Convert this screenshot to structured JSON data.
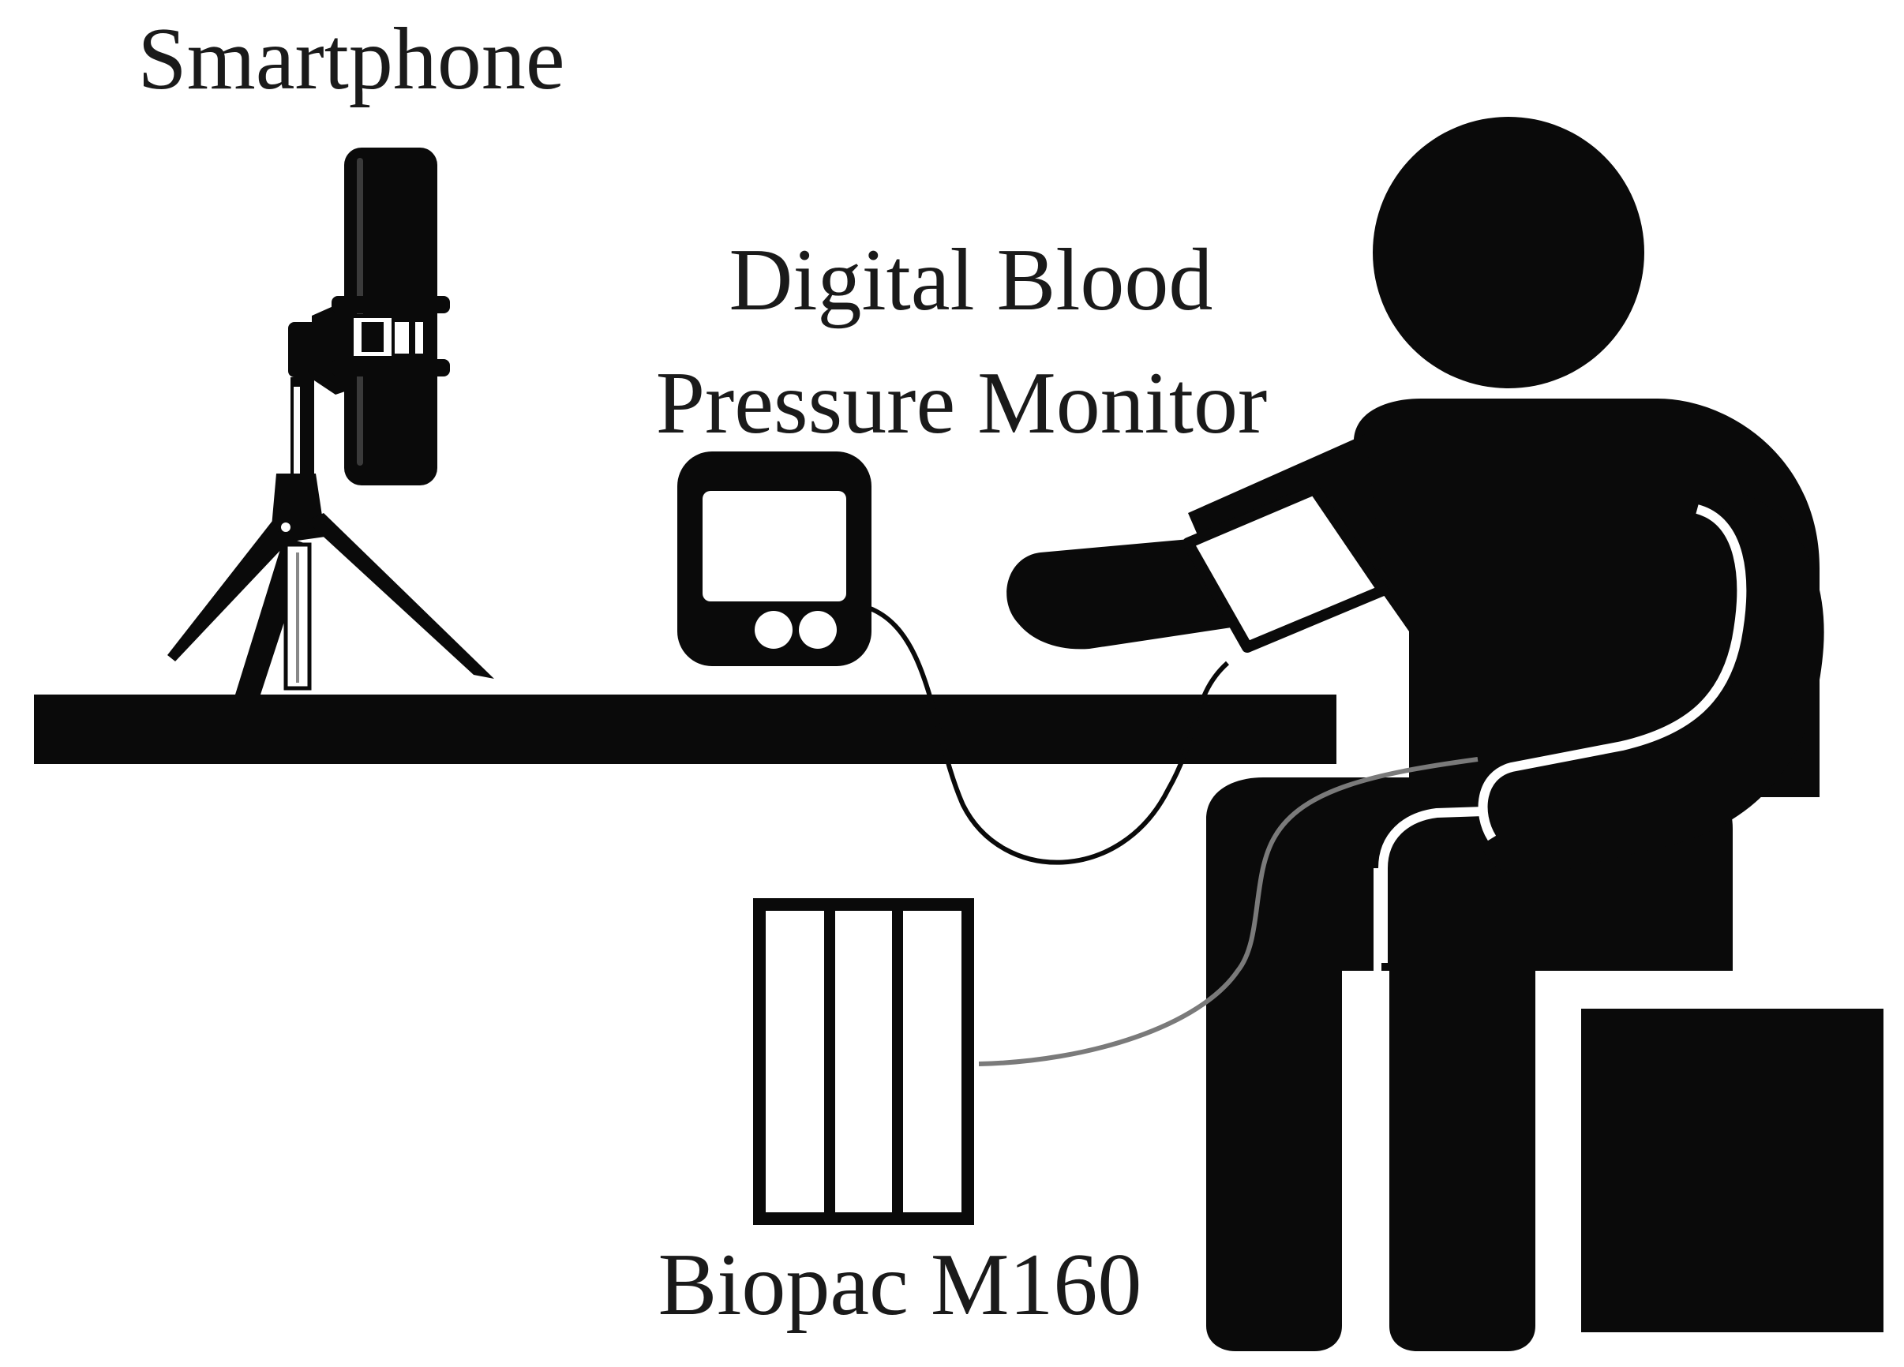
{
  "labels": {
    "smartphone": "Smartphone",
    "monitor_line1": "Digital Blood",
    "monitor_line2": "Pressure Monitor",
    "biopac": "Biopac M160"
  },
  "colors": {
    "ink": "#0a0a0a",
    "background": "#ffffff",
    "biopac_cable": "#7a7a7a"
  },
  "icons": [
    "smartphone-icon",
    "tripod-icon",
    "table-icon",
    "blood-pressure-monitor-icon",
    "biopac-unit-icon",
    "seated-person-icon",
    "stool-icon"
  ]
}
